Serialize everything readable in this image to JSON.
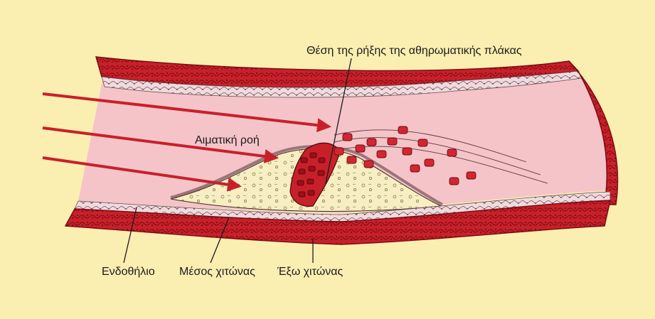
{
  "labels": {
    "rupture_site": "Θέση της ρήξης της αθηρωματικής πλάκας",
    "blood_flow": "Αιματική ροή",
    "endothelium": "Ενδοθήλιο",
    "tunica_media": "Μέσος χιτώνας",
    "tunica_externa": "Έξω χιτώνας"
  },
  "colors": {
    "background": "#fbeeb1",
    "vessel_wall": "#c8202a",
    "wall_dark": "#7a0d14",
    "lumen": "#f4c4c8",
    "intima": "#f0dde0",
    "plaque": "#f7eec3",
    "clot": "#c8202a",
    "arrow": "#c8202a",
    "leader_line": "#1b1b1b"
  }
}
